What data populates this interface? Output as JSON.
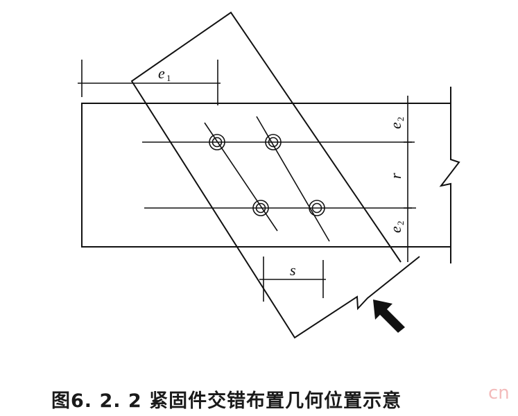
{
  "diagram": {
    "labels": {
      "e1": "e",
      "e1_sub": "1",
      "e2_top": "e",
      "e2_top_sub": "2",
      "r": "r",
      "e2_bottom": "e",
      "e2_bottom_sub": "2",
      "s": "s"
    },
    "bolt_count": 4,
    "load_arrow": "arrow-up-left-icon"
  },
  "caption": "图6. 2. 2 紧固件交错布置几何位置示意",
  "watermark": "cn",
  "colors": {
    "line": "#111111",
    "watermark": "#dc3c3c"
  }
}
